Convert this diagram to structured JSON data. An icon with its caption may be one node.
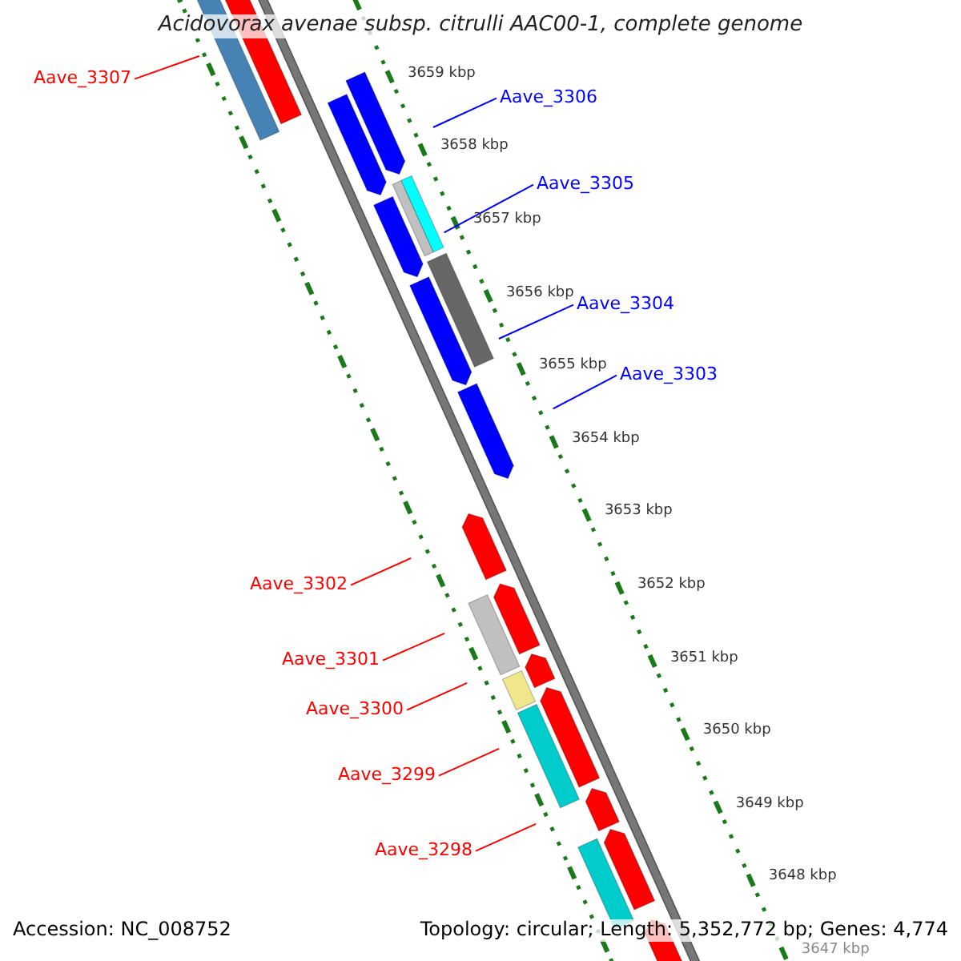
{
  "diagram": {
    "title": "Acidovorax avenae subsp. citrulli AAC00-1, complete genome",
    "nodes": [
      {
        "text": [
          "Aave_3307"
        ]
      },
      {
        "text": [
          "Aave_3306"
        ]
      },
      {
        "text": [
          "Aave_3305"
        ]
      },
      {
        "text": [
          "Aave_3304"
        ]
      },
      {
        "text": [
          "Aave_3303"
        ]
      },
      {
        "text": [
          "Aave_3302"
        ]
      },
      {
        "text": [
          "Aave_3301"
        ]
      },
      {
        "text": [
          "Aave_3300"
        ]
      },
      {
        "text": [
          "Aave_3299"
        ]
      },
      {
        "text": [
          "Aave_3298"
        ]
      }
    ],
    "edges": [
      {
        "from": 0,
        "to": null,
        "arrow": "none"
      },
      {
        "from": 1,
        "to": null,
        "arrow": "none",
        "color": "#0000ff"
      },
      {
        "from": 2,
        "to": null,
        "arrow": "none",
        "color": "#0000ff"
      },
      {
        "from": 3,
        "to": null,
        "arrow": "none",
        "color": "#0000ff"
      },
      {
        "from": 4,
        "to": null,
        "arrow": "none",
        "color": "#0000ff"
      },
      {
        "from": 5,
        "to": null,
        "arrow": "none"
      },
      {
        "from": 6,
        "to": null,
        "arrow": "none"
      },
      {
        "from": 7,
        "to": null,
        "arrow": "none"
      },
      {
        "from": 8,
        "to": null,
        "arrow": "none"
      },
      {
        "from": 9,
        "to": null,
        "arrow": "none"
      }
    ],
    "labels": [
      "3659 kbp",
      "3658 kbp",
      "3657 kbp",
      "3656 kbp",
      "3655 kbp",
      "3654 kbp",
      "3653 kbp",
      "3652 kbp",
      "3651 kbp",
      "3650 kbp",
      "3649 kbp",
      "3648 kbp",
      "3647 kbp",
      "Accession: NC_008752",
      "Topology: circular; Length: 5,352,772 bp; Genes: 4,774"
    ]
  }
}
